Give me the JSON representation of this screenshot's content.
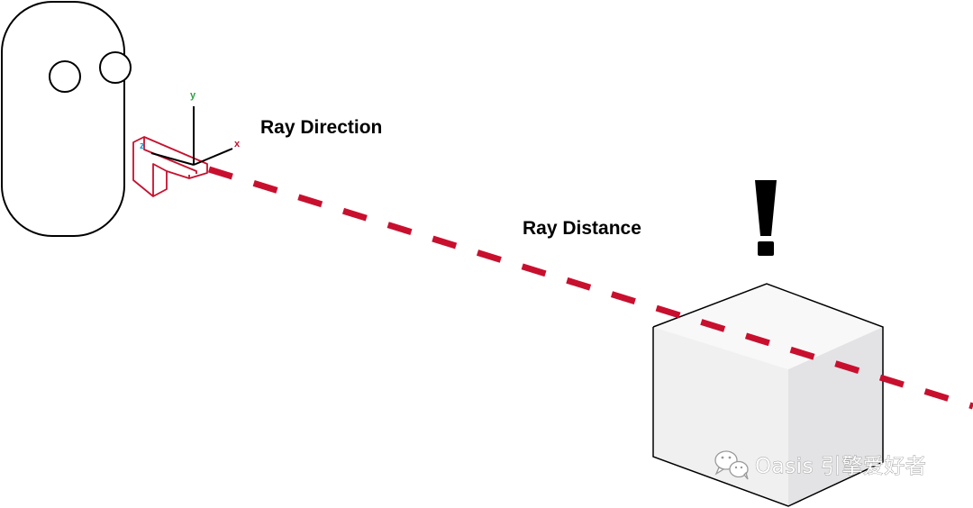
{
  "labels": {
    "ray_direction": "Ray Direction",
    "ray_distance": "Ray Distance"
  },
  "axes": {
    "x": "x",
    "y": "y",
    "z": "z"
  },
  "alert_symbol": "!",
  "watermark": {
    "text": "Oasis 引擎爱好者",
    "icon": "wechat-icon"
  },
  "colors": {
    "ray": "#c8102e",
    "gun_outline": "#c8102e",
    "axis_x": "#c8102e",
    "axis_y": "#2ea043",
    "axis_z": "#1e9bd7",
    "cube_top": "#f7f7f8",
    "cube_left": "#f0f0f1",
    "cube_right": "#e4e4e6",
    "outline": "#000000"
  }
}
